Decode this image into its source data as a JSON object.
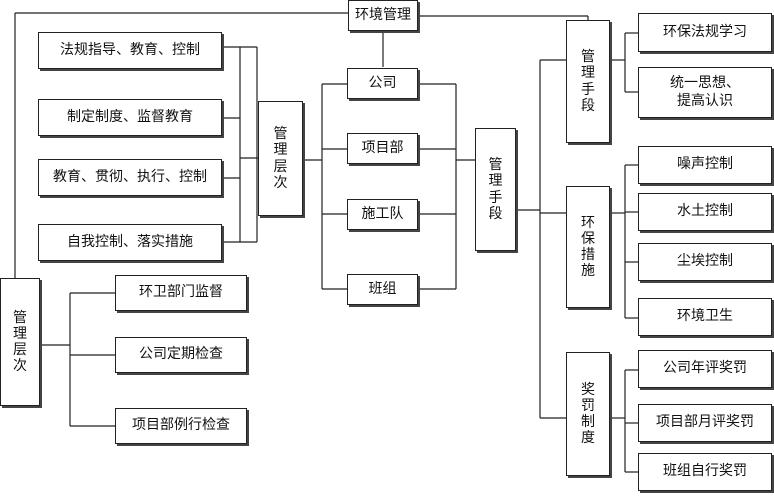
{
  "top": "环境管理",
  "org_levels": [
    "公司",
    "项目部",
    "施工队",
    "班组"
  ],
  "left_hub": "管理层次",
  "left_hub_items": [
    "法规指导、教育、控制",
    "制定制度、监督教育",
    "教育、贯彻、执行、控制",
    "自我控制、落实措施"
  ],
  "bottom_left_hub": "管理层次",
  "bottom_left_items": [
    "环卫部门监督",
    "公司定期检查",
    "项目部例行检查"
  ],
  "right_hub": "管理手段",
  "right_groups": [
    {
      "label": "管理手段",
      "items": [
        [
          "环保法规学习"
        ],
        [
          "统一思想、",
          "提高认识"
        ]
      ]
    },
    {
      "label": "环保措施",
      "items": [
        [
          "噪声控制"
        ],
        [
          "水土控制"
        ],
        [
          "尘埃控制"
        ],
        [
          "环境卫生"
        ]
      ]
    },
    {
      "label": "奖罚制度",
      "items": [
        [
          "公司年评奖罚"
        ],
        [
          "项目部月评奖罚"
        ],
        [
          "班组自行奖罚"
        ]
      ]
    }
  ]
}
